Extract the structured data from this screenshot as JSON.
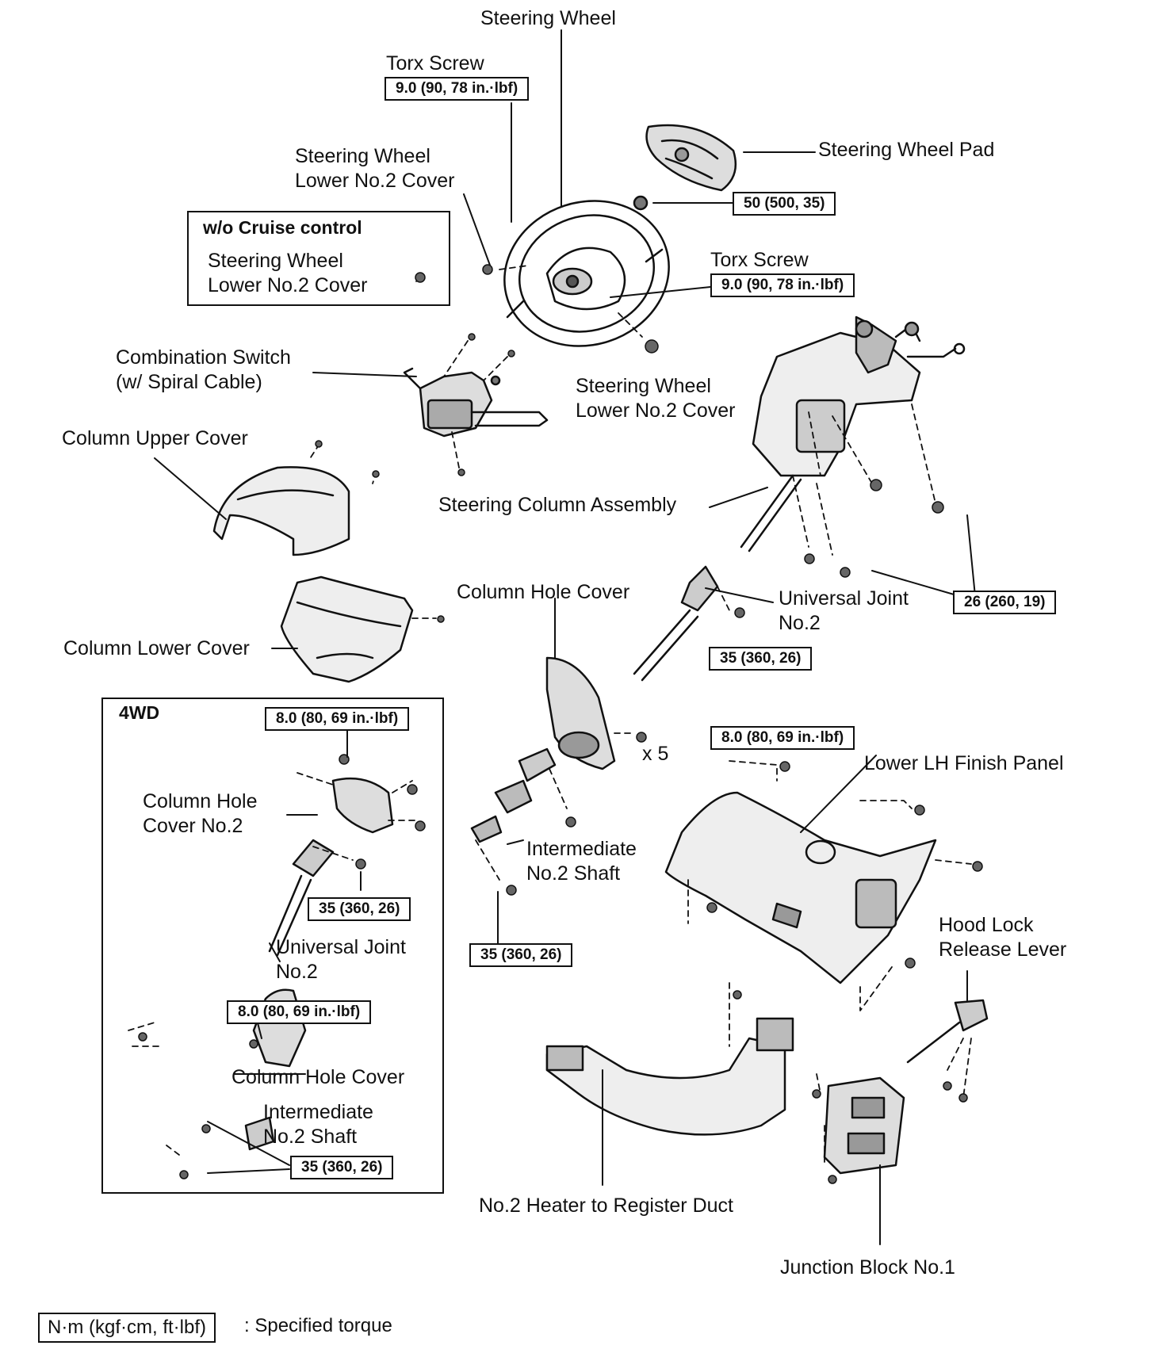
{
  "labels": {
    "steering_wheel": "Steering Wheel",
    "torx_screw_top": "Torx Screw",
    "steering_wheel_pad": "Steering Wheel Pad",
    "swl2c_top": [
      "Steering Wheel",
      "Lower No.2 Cover"
    ],
    "wo_cruise_title": "w/o Cruise control",
    "wo_cruise_part": [
      "Steering Wheel",
      "Lower No.2 Cover"
    ],
    "torx_screw_right": "Torx Screw",
    "combination_switch": [
      "Combination Switch",
      "(w/ Spiral Cable)"
    ],
    "swl2c_mid": [
      "Steering Wheel",
      "Lower No.2 Cover"
    ],
    "column_upper_cover": "Column Upper Cover",
    "steering_column_assembly": "Steering Column Assembly",
    "column_hole_cover": "Column Hole Cover",
    "universal_joint_no2": [
      "Universal Joint",
      "No.2"
    ],
    "column_lower_cover": "Column Lower Cover",
    "x5": "x 5",
    "lower_lh_finish_panel": "Lower LH Finish Panel",
    "intermediate_no2_shaft": [
      "Intermediate",
      "No.2 Shaft"
    ],
    "hood_lock_release_lever": [
      "Hood Lock",
      "Release Lever"
    ],
    "no2_heater_duct": "No.2 Heater to Register Duct",
    "junction_block_no1": "Junction Block No.1"
  },
  "torques": {
    "torx_top": "9.0 (90, 78 in.·lbf)",
    "pad": "50 (500, 35)",
    "torx_right": "9.0 (90, 78 in.·lbf)",
    "column_bolts": "26 (260, 19)",
    "uj_no2": "35 (360, 26)",
    "hole_cover": "8.0 (80, 69 in.·lbf)",
    "int_shaft": "35 (360, 26)"
  },
  "fourwd": {
    "title": "4WD",
    "torque_top": "8.0 (80, 69 in.·lbf)",
    "column_hole_cover_no2": [
      "Column Hole",
      "Cover No.2"
    ],
    "torque_uj": "35 (360, 26)",
    "universal_joint_no2": [
      "Universal Joint",
      "No.2"
    ],
    "torque_hole": "8.0 (80, 69 in.·lbf)",
    "column_hole_cover": "Column Hole Cover",
    "intermediate_no2_shaft": [
      "Intermediate",
      "No.2 Shaft"
    ],
    "torque_int": "35 (360, 26)"
  },
  "legend": {
    "unit": "N·m (kgf·cm, ft·lbf)",
    "description": ": Specified torque"
  }
}
